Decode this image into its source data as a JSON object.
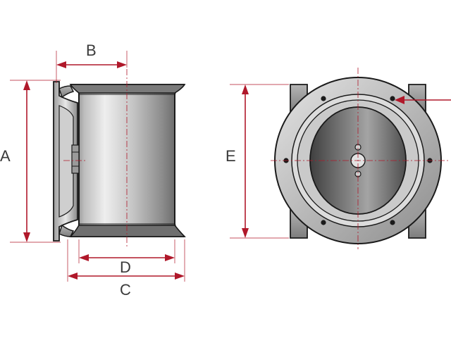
{
  "diagram": {
    "labels": {
      "A": "A",
      "B": "B",
      "C": "C",
      "D": "D",
      "E": "E"
    },
    "colors": {
      "dimension": "#b0182a",
      "outline": "#1a1a1a",
      "metal_light": "#e6e6e6",
      "metal_mid": "#a9a9a9",
      "metal_dark": "#5a5a5a",
      "text": "#3a3a3a"
    }
  }
}
